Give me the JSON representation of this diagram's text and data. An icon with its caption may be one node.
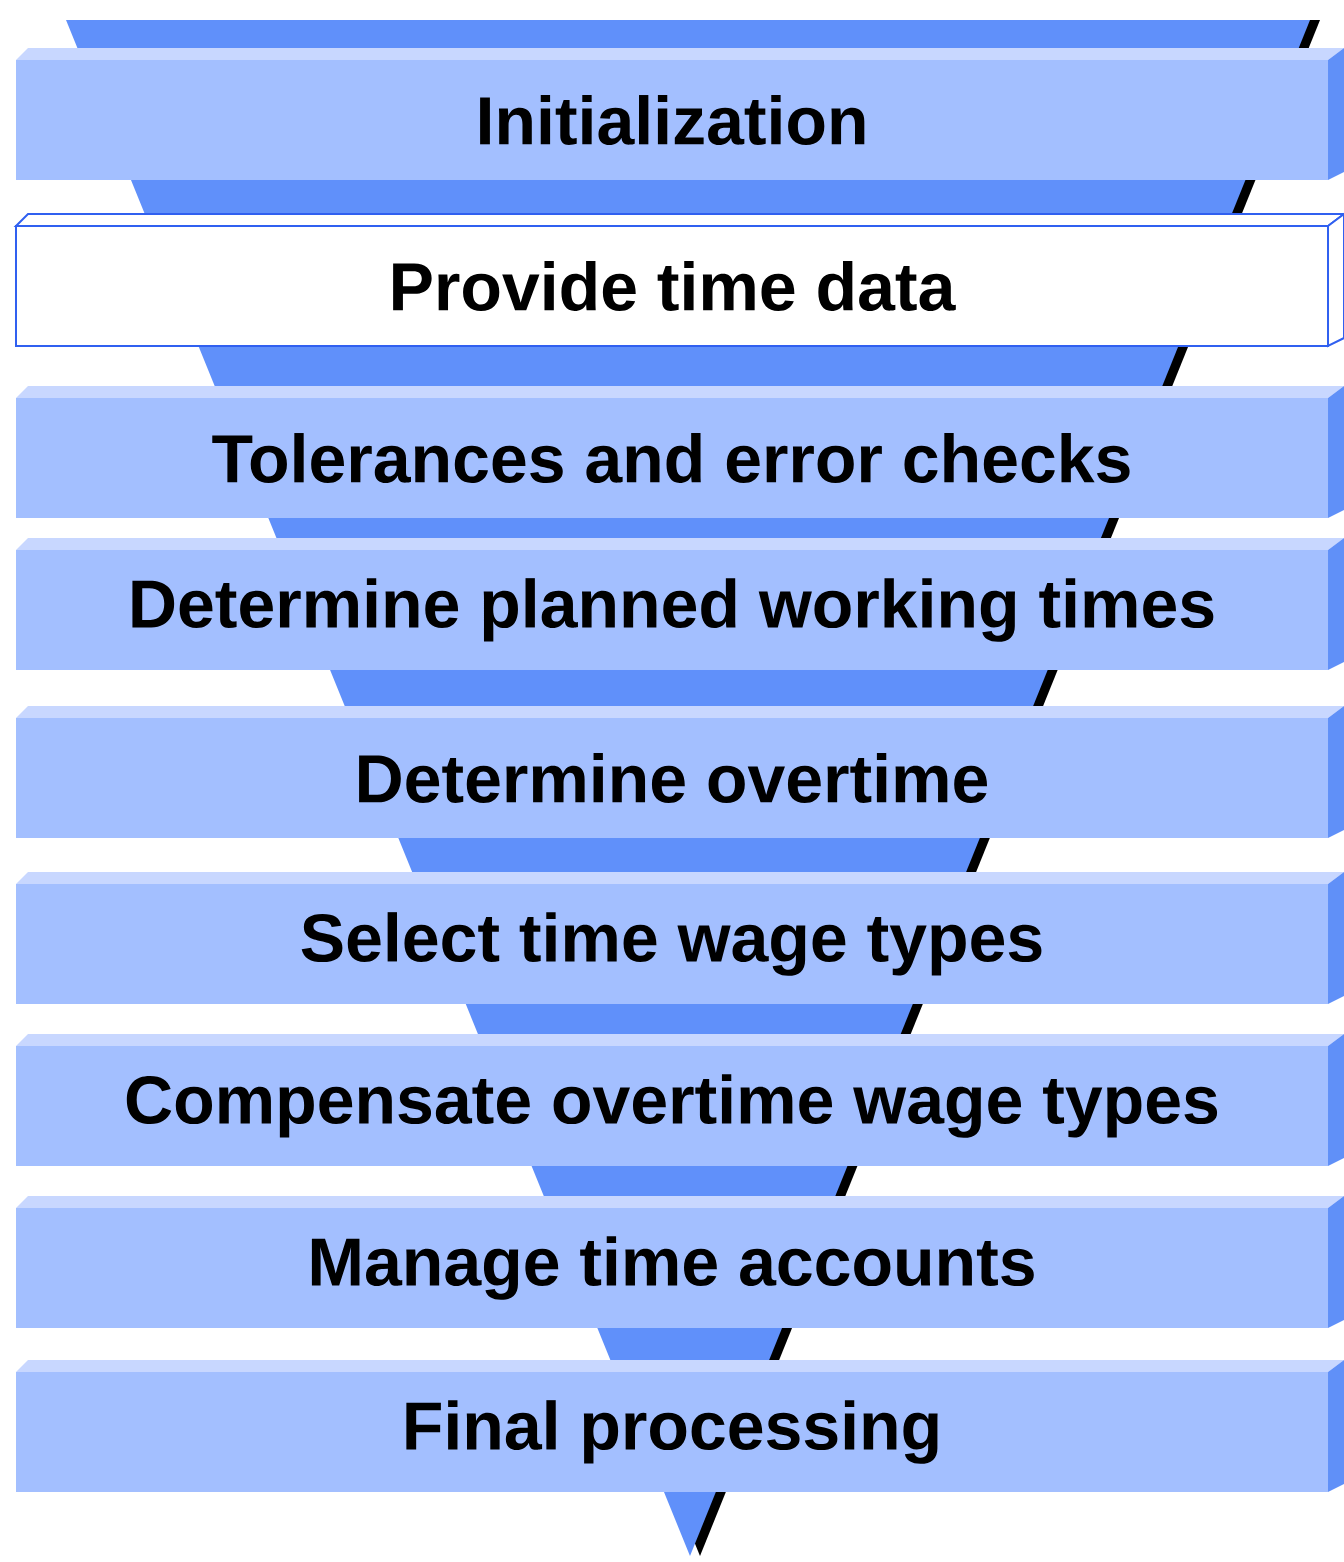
{
  "diagram": {
    "nodes": [
      {
        "text": [
          "Initialization"
        ]
      },
      {
        "text": [
          "Provide time data"
        ]
      },
      {
        "text": [
          "Tolerances and error checks"
        ]
      },
      {
        "text": [
          "Determine planned working times"
        ]
      },
      {
        "text": [
          "Determine overtime"
        ]
      },
      {
        "text": [
          "Select time wage types"
        ]
      },
      {
        "text": [
          "Compensate overtime wage types"
        ]
      },
      {
        "text": [
          "Manage time accounts"
        ]
      },
      {
        "text": [
          "Final processing"
        ]
      }
    ]
  }
}
